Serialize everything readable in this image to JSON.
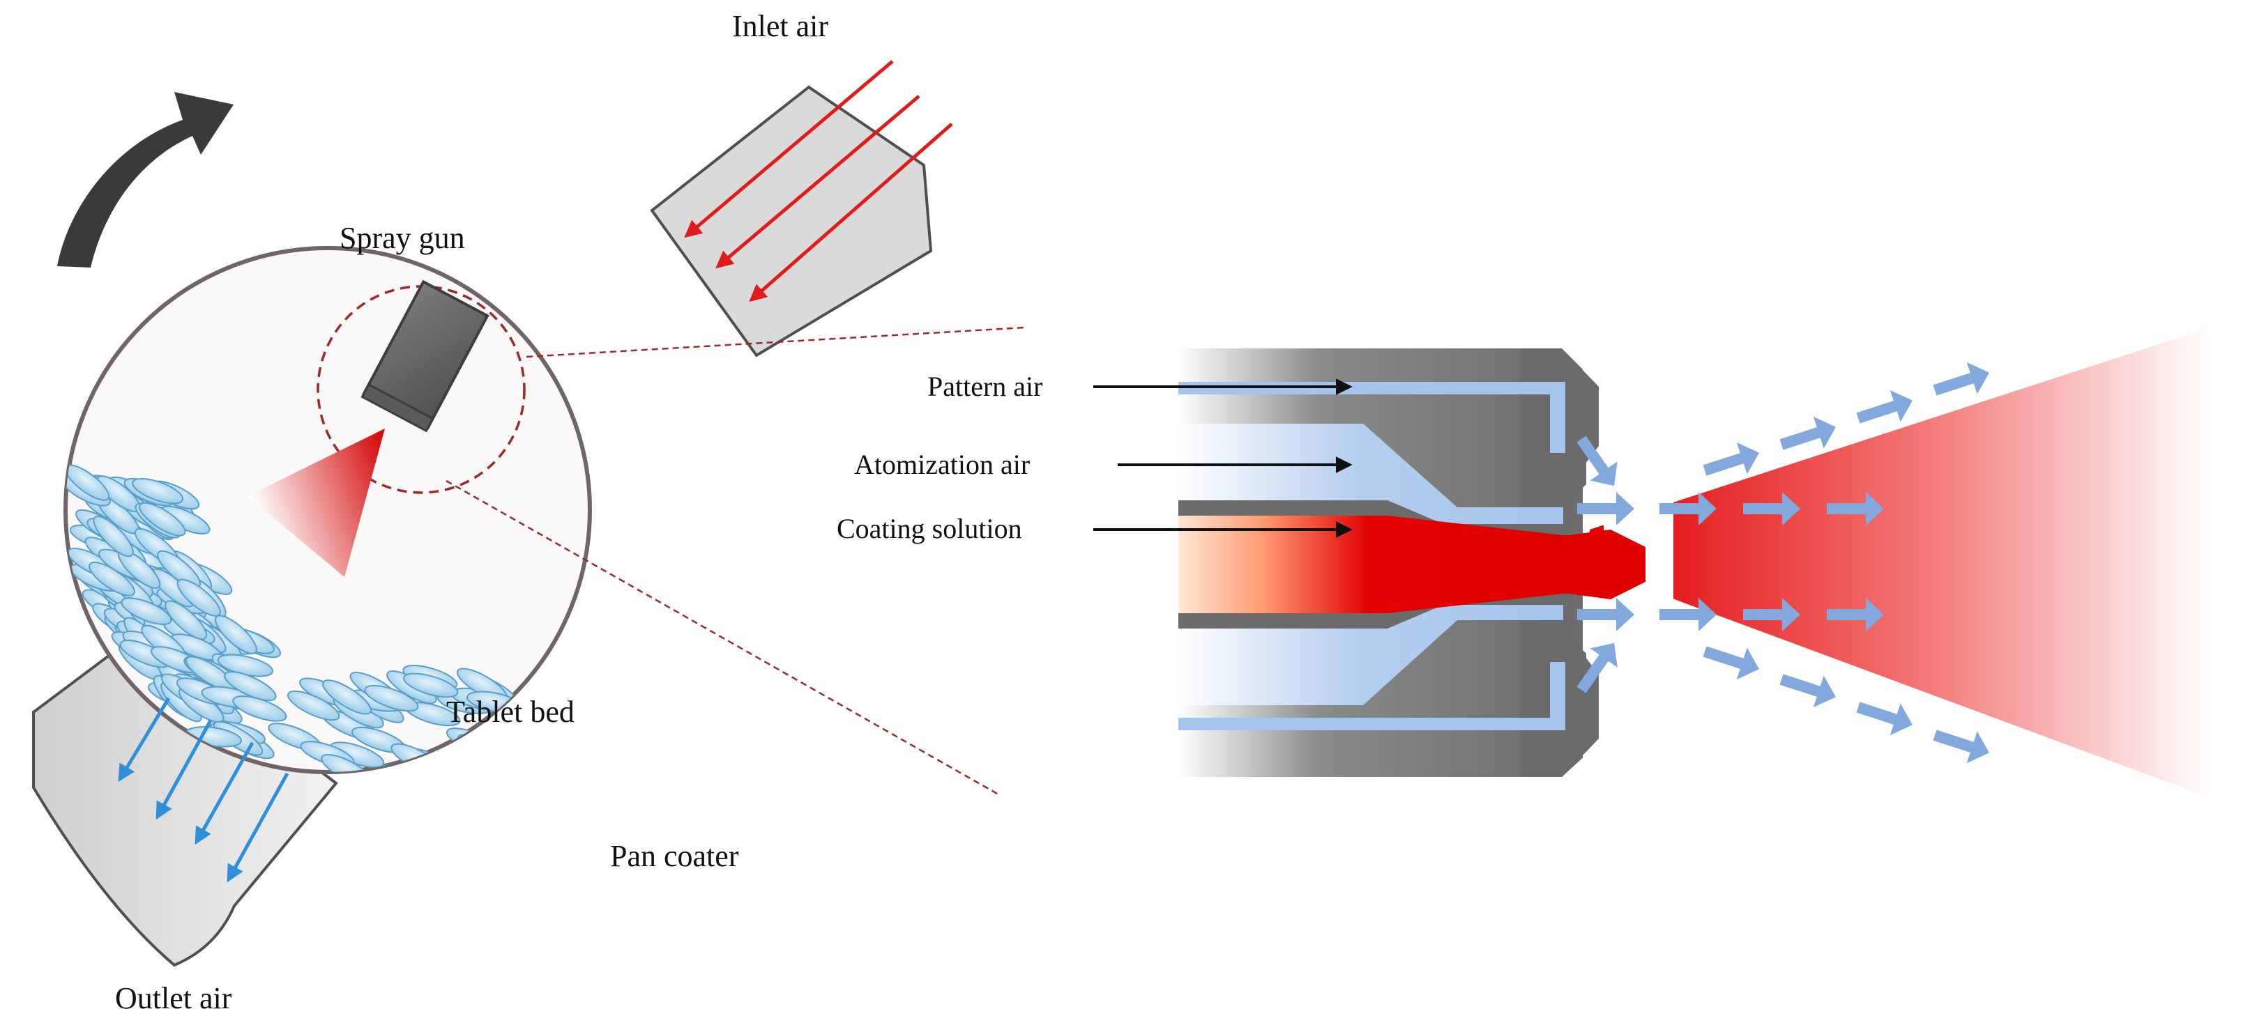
{
  "labels": {
    "inlet_air": "Inlet air",
    "spray_gun": "Spray gun",
    "tablet_bed": "Tablet bed",
    "pan_coater": "Pan coater",
    "outlet_air": "Outlet air",
    "pattern_air": "Pattern air",
    "atomization_air": "Atomization air",
    "coating_solution": "Coating solution"
  },
  "icons": {
    "rotation": "curved-arrow-icon",
    "inlet_flow": "red-arrow-icon",
    "outlet_flow": "blue-arrow-icon",
    "air_flow": "dashed-arrow-icon"
  },
  "colors": {
    "pan_outline": "#6e6567",
    "pan_fill": "#fbf8f8",
    "duct_fill": "#dcdcdc",
    "nozzle_gray": "#6b6b6b",
    "spray_red": "#e00000",
    "air_blue": "#82a8dc",
    "inlet_arrow": "#e01b1b",
    "outlet_arrow": "#2f8fd8",
    "tablet_fill": "#a9d6ee",
    "zoom_circle": "#9b2a2a"
  }
}
